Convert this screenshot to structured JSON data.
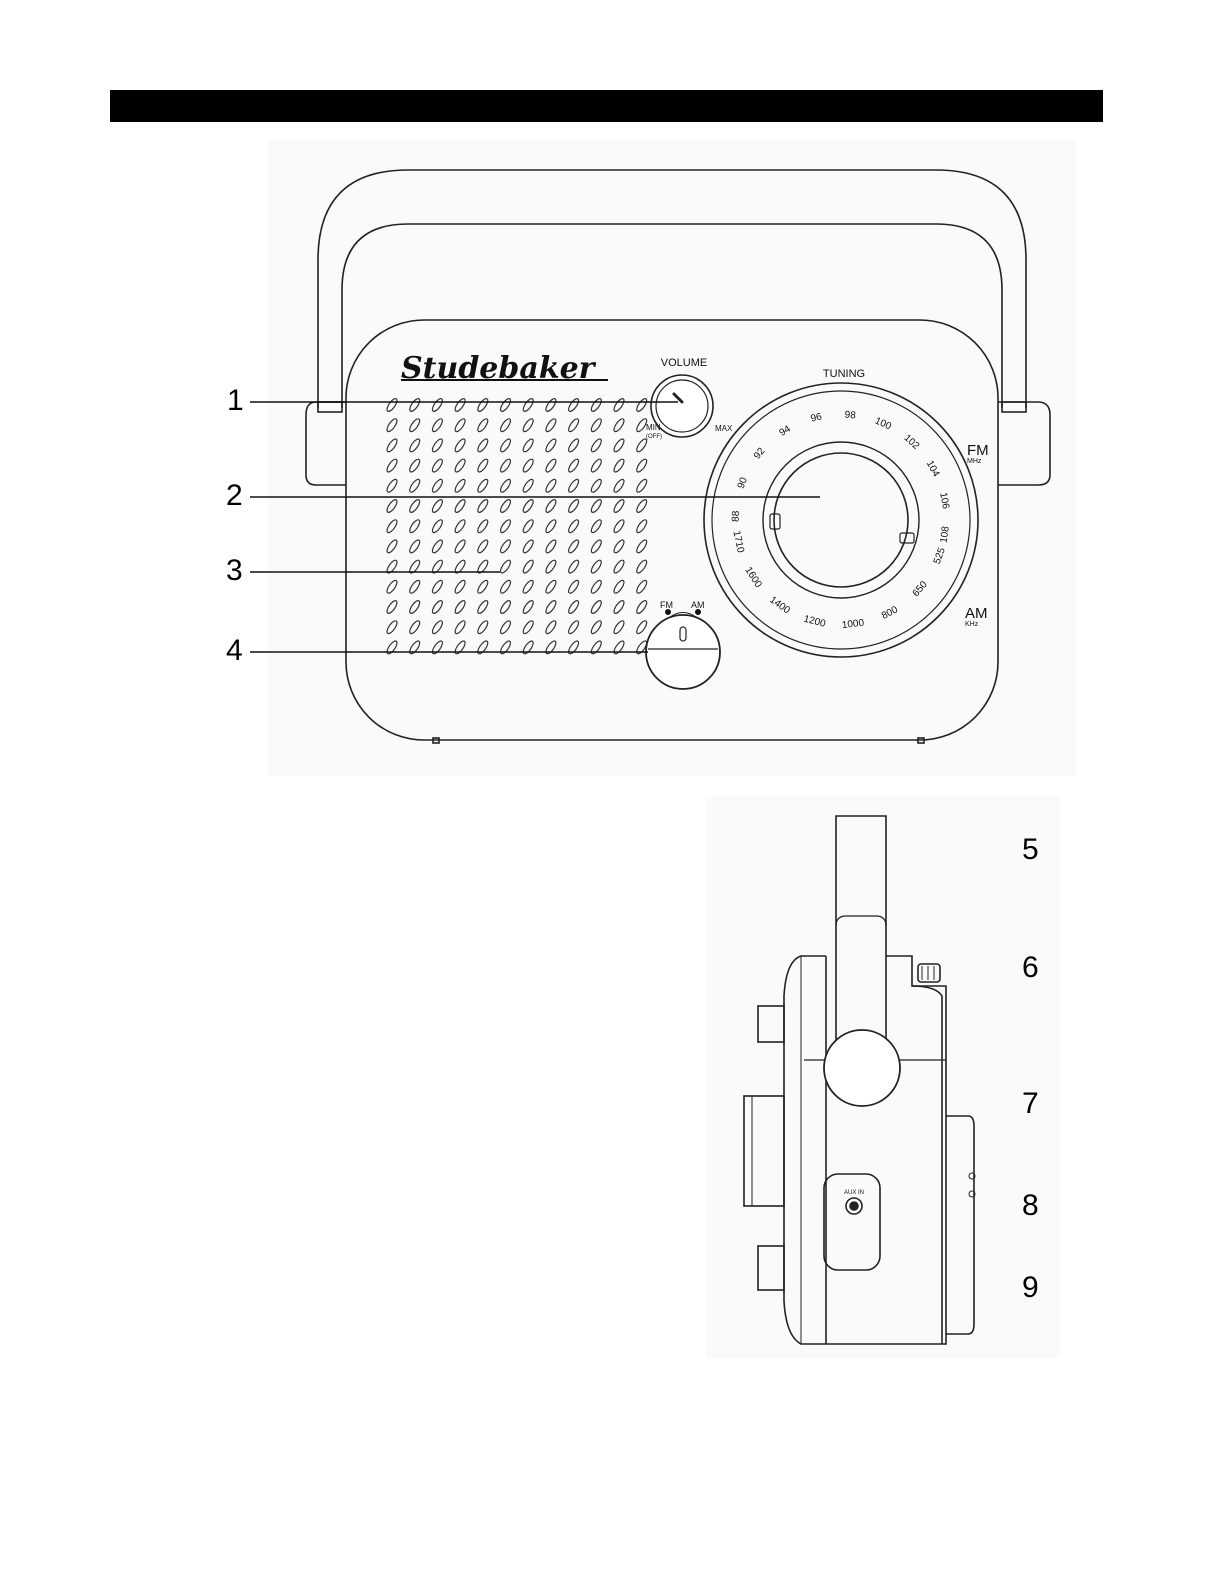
{
  "front_view": {
    "brand": "Studebaker",
    "volume_label": "VOLUME",
    "volume_min": "MIN",
    "volume_off": "(OFF)",
    "volume_max": "MAX",
    "tuning_label": "TUNING",
    "fm_band": "FM",
    "fm_unit": "MHz",
    "am_band": "AM",
    "am_unit": "KHz",
    "selector_fm": "FM",
    "selector_am": "AM",
    "fm_scale": [
      "88",
      "90",
      "92",
      "94",
      "96",
      "98",
      "100",
      "102",
      "104",
      "106",
      "108"
    ],
    "am_scale": [
      "525",
      "650",
      "800",
      "1000",
      "1200",
      "1400",
      "1600",
      "1710"
    ]
  },
  "side_view": {
    "aux_label": "AUX IN"
  },
  "callouts": {
    "c1": "1",
    "c2": "2",
    "c3": "3",
    "c4": "4",
    "c5": "5",
    "c6": "6",
    "c7": "7",
    "c8": "8",
    "c9": "9"
  }
}
